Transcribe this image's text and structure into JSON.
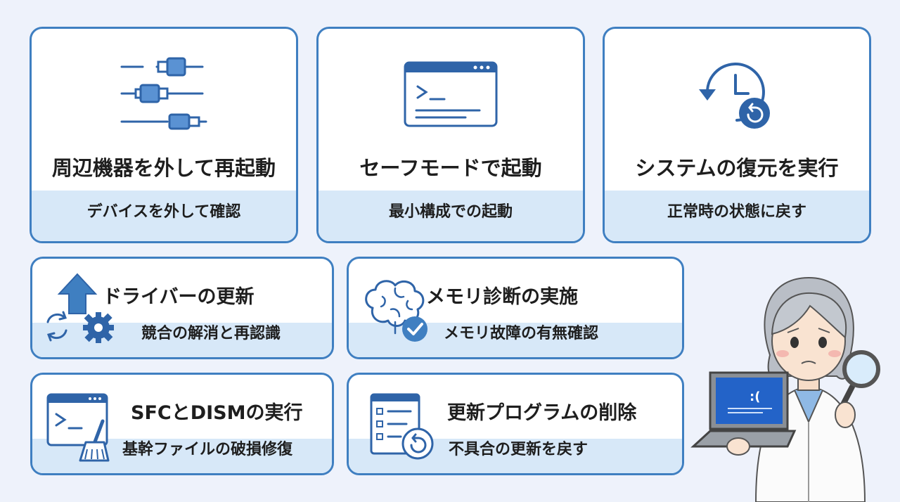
{
  "cards": [
    {
      "title": "周辺機器を外して再起動",
      "subtitle": "デバイスを外して確認",
      "icon": "cable-plug-icon"
    },
    {
      "title": "セーフモードで起動",
      "subtitle": "最小構成での起動",
      "icon": "terminal-window-icon"
    },
    {
      "title": "システムの復元を実行",
      "subtitle": "正常時の状態に戻す",
      "icon": "clock-restore-icon"
    },
    {
      "title": "ドライバーの更新",
      "subtitle": "競合の解消と再認識",
      "icon": "driver-update-icon"
    },
    {
      "title": "メモリ診断の実施",
      "subtitle": "メモリ故障の有無確認",
      "icon": "brain-check-icon"
    },
    {
      "title": "SFCとDISMの実行",
      "subtitle": "基幹ファイルの破損修復",
      "icon": "terminal-broom-icon"
    },
    {
      "title": "更新プログラムの削除",
      "subtitle": "不具合の更新を戻す",
      "icon": "list-undo-icon"
    }
  ],
  "illustration": {
    "screen_text": ":(",
    "icon": "technician-with-laptop-icon"
  },
  "colors": {
    "accent": "#3f7fc1",
    "band": "#d7e8f8",
    "background": "#eef2fb",
    "icon": "#2f64a8"
  }
}
